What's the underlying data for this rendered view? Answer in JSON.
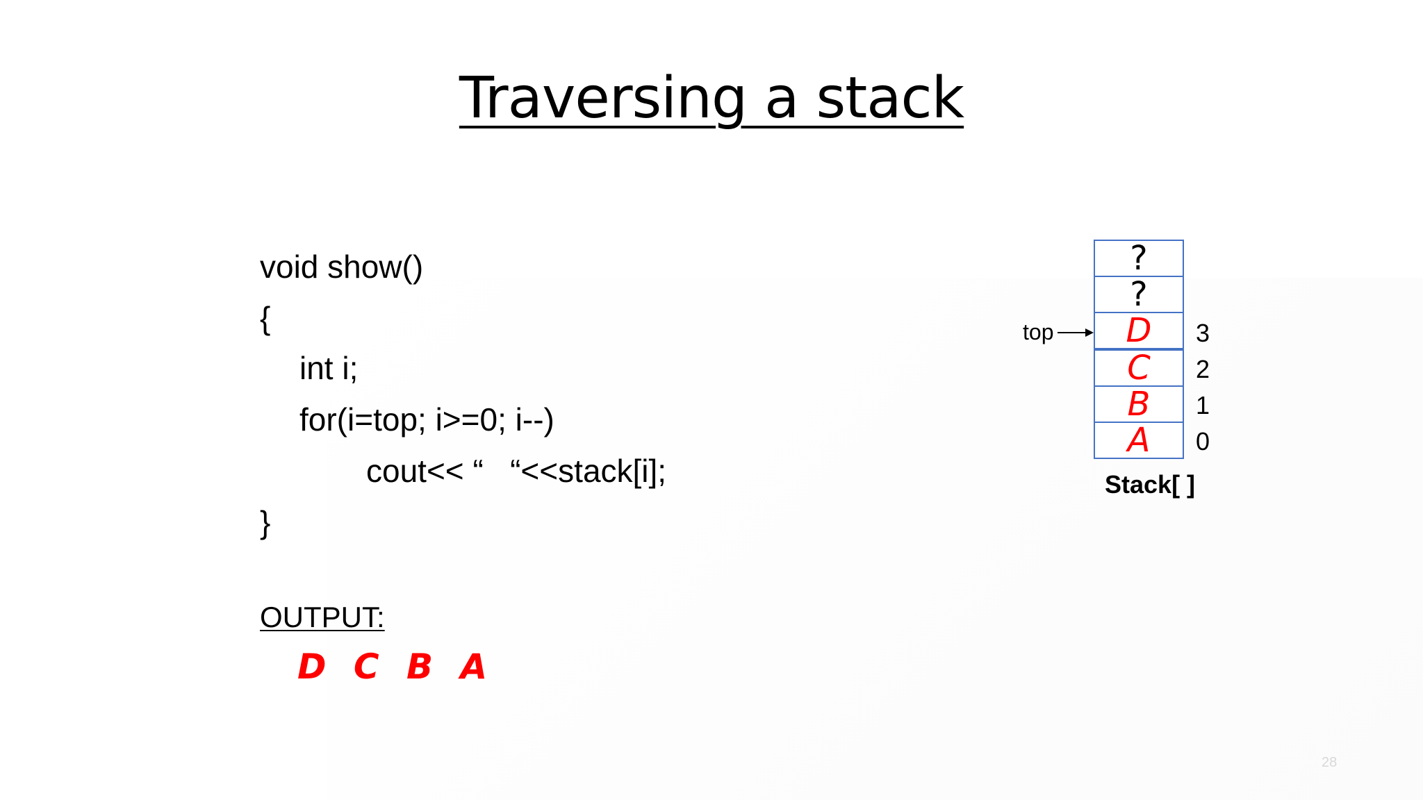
{
  "slide": {
    "title": "Traversing a stack",
    "page_number": "28"
  },
  "code": {
    "lines": [
      "void show()",
      "{",
      "int i;",
      "for(i=top; i>=0; i--)",
      "cout<< “   “<<stack[i];",
      "}"
    ]
  },
  "output": {
    "label": "OUTPUT:",
    "value": "D C B A"
  },
  "stack_diagram": {
    "caption": "Stack[ ]",
    "top_label": "top",
    "cells": [
      "?",
      "?",
      "D",
      "C",
      "B",
      "A"
    ],
    "indices": [
      "3",
      "2",
      "1",
      "0"
    ]
  },
  "colors": {
    "value_red": "#ff0000",
    "cell_border_blue": "#4472c4"
  }
}
